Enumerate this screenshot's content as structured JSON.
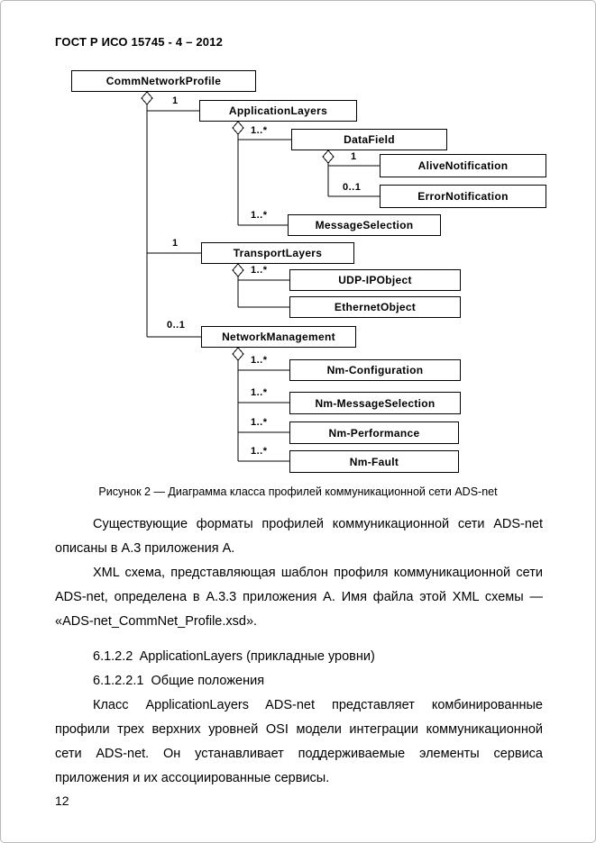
{
  "header": {
    "title": "ГОСТ Р ИСО 15745 - 4 – 2012"
  },
  "diagram": {
    "boxes": [
      "CommNetworkProfile",
      "ApplicationLayers",
      "DataField",
      "AliveNotification",
      "ErrorNotification",
      "MessageSelection",
      "TransportLayers",
      "UDP-IPObject",
      "EthernetObject",
      "NetworkManagement",
      "Nm-Configuration",
      "Nm-MessageSelection",
      "Nm-Performance",
      "Nm-Fault"
    ],
    "multiplicities": [
      "1",
      "1..*",
      "1",
      "0..1",
      "1..*",
      "1",
      "1..*",
      "0..1",
      "1..*",
      "1..*",
      "1..*",
      "1..*"
    ]
  },
  "caption": "Рисунок 2 — Диаграмма класса профилей коммуникационной сети ADS-net",
  "body": {
    "p1": "Существующие форматы профилей коммуникационной сети ADS-net описаны в А.3 приложения А.",
    "p2": "XML схема, представляющая шаблон профиля коммуникационной сети ADS-net, определена в А.3.3 приложения А. Имя файла этой XML схемы — «ADS-net_CommNet_Profile.xsd».",
    "h1": "6.1.2.2  ApplicationLayers (прикладные уровни)",
    "h2": "6.1.2.2.1  Общие положения",
    "p3": "Класс ApplicationLayers ADS-net представляет комбинированные профили трех верхних уровней OSI модели интеграции коммуникационной сети ADS-net. Он устанавливает поддерживаемые элементы сервиса приложения и их ассоциированные сервисы."
  },
  "page_number": "12"
}
